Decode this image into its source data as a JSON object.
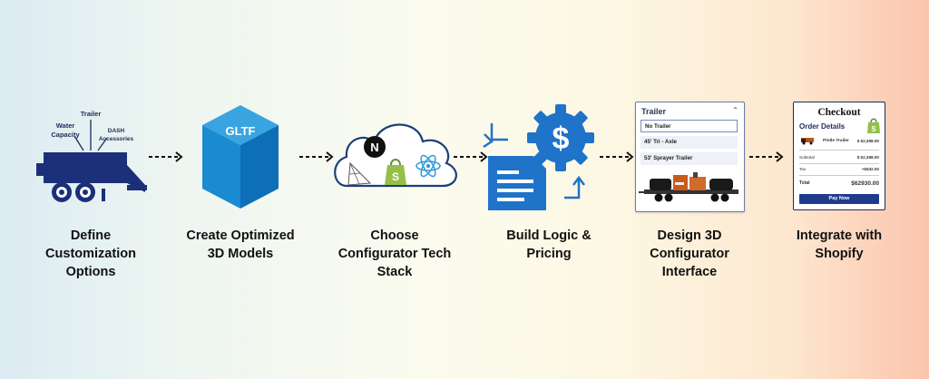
{
  "steps": [
    {
      "label": "Define Customization Options",
      "lines": [
        "Define",
        "Customization",
        "Options"
      ]
    },
    {
      "label": "Create Optimized 3D Models",
      "lines": [
        "Create Optimized",
        "3D Models"
      ]
    },
    {
      "label": "Choose Configurator Tech Stack",
      "lines": [
        "Choose",
        "Configurator Tech",
        "Stack"
      ]
    },
    {
      "label": "Build Logic & Pricing",
      "lines": [
        "Build Logic &",
        "Pricing"
      ]
    },
    {
      "label": "Design 3D Configurator Interface",
      "lines": [
        "Design 3D",
        "Configurator",
        "Interface"
      ]
    },
    {
      "label": "Integrate with Shopify",
      "lines": [
        "Integrate with",
        "Shopify"
      ]
    }
  ],
  "trailer_callouts": {
    "trailer": "Trailer",
    "water_line1": "Water",
    "water_line2": "Capacity",
    "dash_line1": "DASH",
    "dash_line2": "Accessories"
  },
  "cube_label": "GLTF",
  "configurator": {
    "title": "Trailer",
    "options": [
      "No Trailer",
      "45' Tri - Axle",
      "53' Sprayer Trailer"
    ]
  },
  "checkout": {
    "title": "Checkout",
    "subtitle": "Order Details",
    "item_name": "Pintle Trailer",
    "item_price": "$ 62,398.00",
    "subtotal_label": "Subtotal",
    "subtotal_value": "$ 62,398.00",
    "tax_label": "Tax",
    "tax_value": "+$532.00",
    "total_label": "Total",
    "total_value": "$62930.00",
    "pay_button": "Pay Now"
  },
  "colors": {
    "navy": "#1c2f7a",
    "blue": "#1f73c9",
    "cube_top": "#3aa4e0",
    "cube_left": "#1a8bd0",
    "cube_right": "#0d6fb8",
    "shopify_green": "#95bf47",
    "react_blue": "#2e9ad8"
  }
}
